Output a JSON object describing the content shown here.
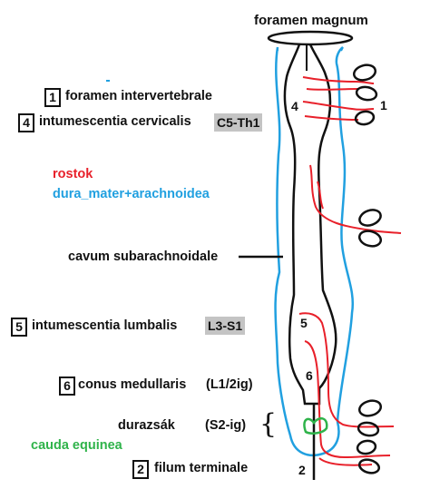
{
  "title": "foramen magnum",
  "labels": {
    "foramen_intervertebrale": "foramen intervertebrale",
    "intumescentia_cervicalis": "intumescentia cervicalis",
    "cervicalis_range": "C5-Th1",
    "rostok": "rostok",
    "dura": "dura_mater+arachnoidea",
    "cavum": "cavum subarachnoidale",
    "intumescentia_lumbalis": "intumescentia lumbalis",
    "lumbalis_range": "L3-S1",
    "conus": "conus medullaris",
    "conus_range": "(L1/2ig)",
    "durazsak": "durazsák",
    "durazsak_range": "(S2-ig)",
    "cauda": "cauda equinea",
    "filum": "filum terminale"
  },
  "box_numbers": {
    "n1": "1",
    "n4": "4",
    "n5": "5",
    "n6": "6",
    "n2": "2"
  },
  "diagram_numbers": {
    "d4": "4",
    "d1": "1",
    "d5": "5",
    "d6": "6",
    "d2": "2"
  },
  "colors": {
    "nerves": "#e8202a",
    "dura": "#21a0e0",
    "cauda": "#2fb34a",
    "cord": "#111111",
    "range_bg": "#c4c4c4"
  }
}
